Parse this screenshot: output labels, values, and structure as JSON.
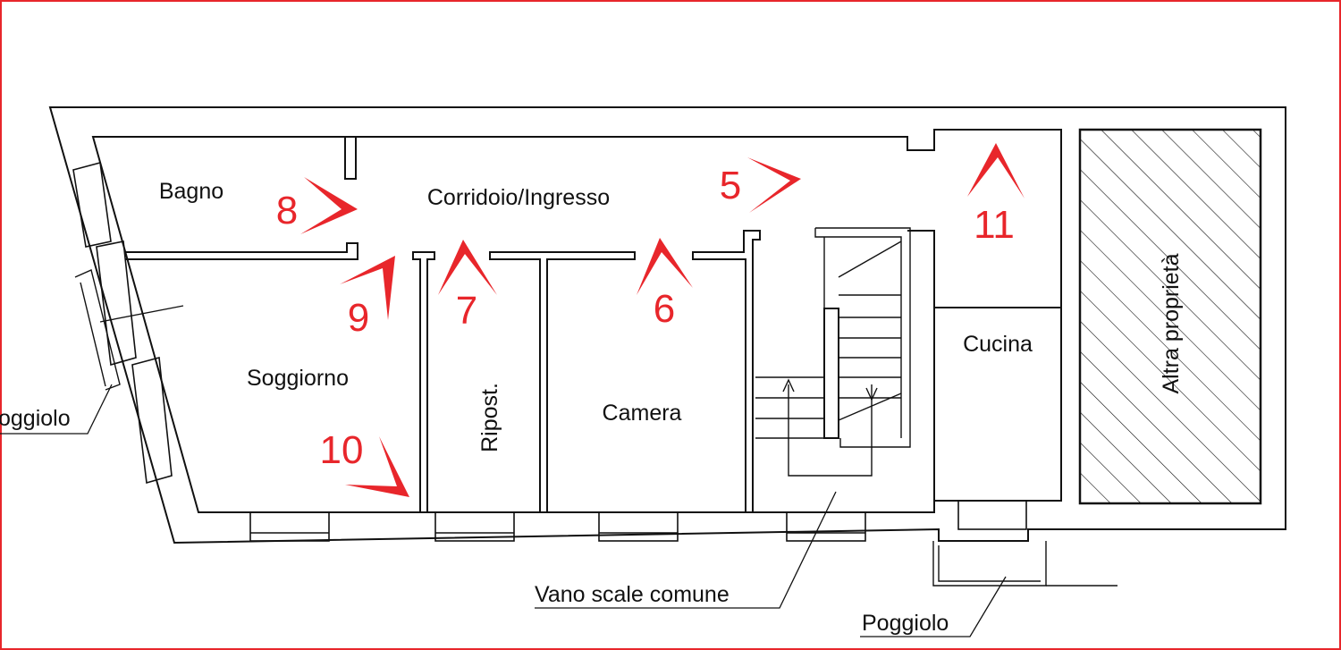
{
  "rooms": {
    "bagno": "Bagno",
    "corridoio": "Corridoio/Ingresso",
    "soggiorno": "Soggiorno",
    "ripostiglio": "Ripost.",
    "camera": "Camera",
    "cucina": "Cucina",
    "altra_proprieta": "Altra proprietà"
  },
  "callouts": {
    "poggiolo_left": "oggiolo",
    "vano_scale": "Vano scale comune",
    "poggiolo_bottom": "Poggiolo"
  },
  "markers": [
    "8",
    "9",
    "7",
    "6",
    "5",
    "11",
    "10"
  ],
  "colors": {
    "frame": "#e8262b",
    "marker": "#e8262b",
    "line": "#111111"
  }
}
